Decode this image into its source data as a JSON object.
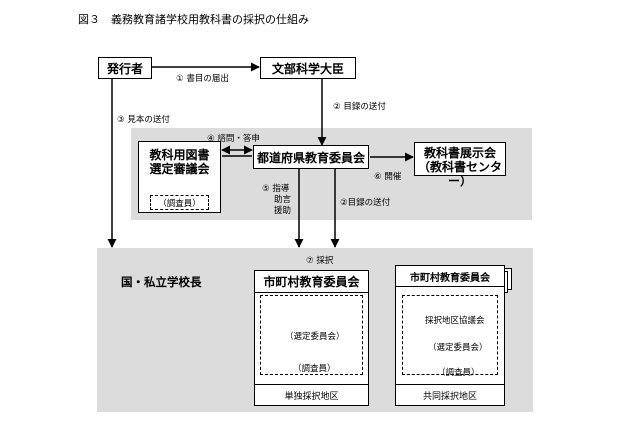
{
  "title": "図３　義務教育諸学校用教科書の採択の仕組み",
  "nodes": {
    "publisher": "発行者",
    "minister": "文部科学大臣",
    "council_l1": "教科用図書",
    "council_l2": "選定審議会",
    "council_inner": "（調査員）",
    "prefecture": "都道府県教育委員会",
    "exhibit_l1": "教科書展示会",
    "exhibit_l2": "（教科書センター）",
    "private": "国・私立学校長",
    "municipal": "市町村教育委員会",
    "mun_selection": "（選定委員会）",
    "mun_investigator": "（調査員）",
    "mun_footer": "単独採択地区",
    "joint": "市町村教育委員会",
    "joint_council": "採択地区協議会",
    "joint_selection": "（選定委員会）",
    "joint_investigator": "（調査員）",
    "joint_footer": "共同採択地区"
  },
  "edges": {
    "e1": "① 書目の届出",
    "e2a": "② 目録の送付",
    "e3": "③ 見本の送付",
    "e4": "④ 諮問・答申",
    "e6": "⑥ 開催",
    "e5_l1": "⑤ 指導",
    "e5_l2": "助言",
    "e5_l3": "援助",
    "e2b": "②目録の送付",
    "e7": "⑦ 採択"
  }
}
